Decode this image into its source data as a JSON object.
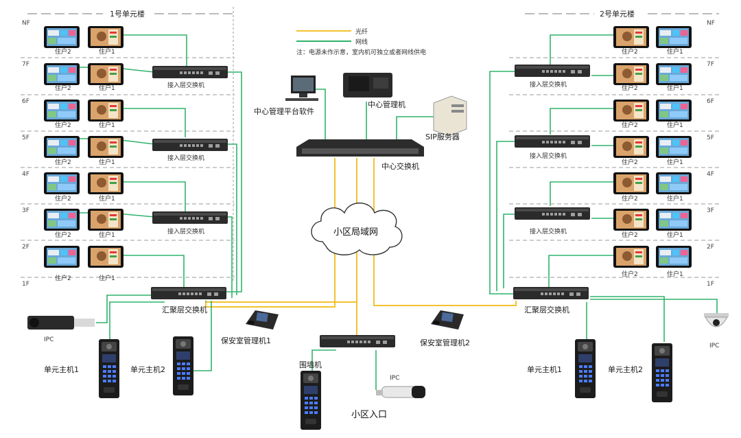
{
  "legend": {
    "fiber_label": "光纤",
    "network_label": "网线",
    "note": "注：电源未作示意，室内机可独立或者网线供电",
    "fiber_color": "#f2c12e",
    "network_color": "#2fb36b"
  },
  "building1": {
    "title": "1号单元楼",
    "floors": [
      "NF",
      "7F",
      "6F",
      "5F",
      "4F",
      "3F",
      "2F",
      "1F"
    ],
    "resident_labels": [
      "住户2",
      "住户1"
    ],
    "access_switch_label": "接入层交换机",
    "agg_switch_label": "汇聚层交换机",
    "ipc_label": "IPC",
    "unit_host1_label": "单元主机1",
    "unit_host2_label": "单元主机2"
  },
  "building2": {
    "title": "2号单元楼",
    "floors": [
      "NF",
      "7F",
      "6F",
      "5F",
      "4F",
      "3F",
      "2F",
      "1F"
    ],
    "resident_labels": [
      "住户2",
      "住户1"
    ],
    "access_switch_label": "接入层交换机",
    "agg_switch_label": "汇聚层交换机",
    "ipc_label": "IPC",
    "unit_host1_label": "单元主机1",
    "unit_host2_label": "单元主机2"
  },
  "center": {
    "platform_label": "中心管理平台软件",
    "manager_label": "中心管理机",
    "sip_label": "SIP服务器",
    "core_switch_label": "中心交换机",
    "lan_label": "小区局域网",
    "guard1_label": "保安室管理机1",
    "guard2_label": "保安室管理机2",
    "wall_label": "围墙机",
    "ipc_label": "IPC",
    "entrance_label": "小区入口"
  }
}
